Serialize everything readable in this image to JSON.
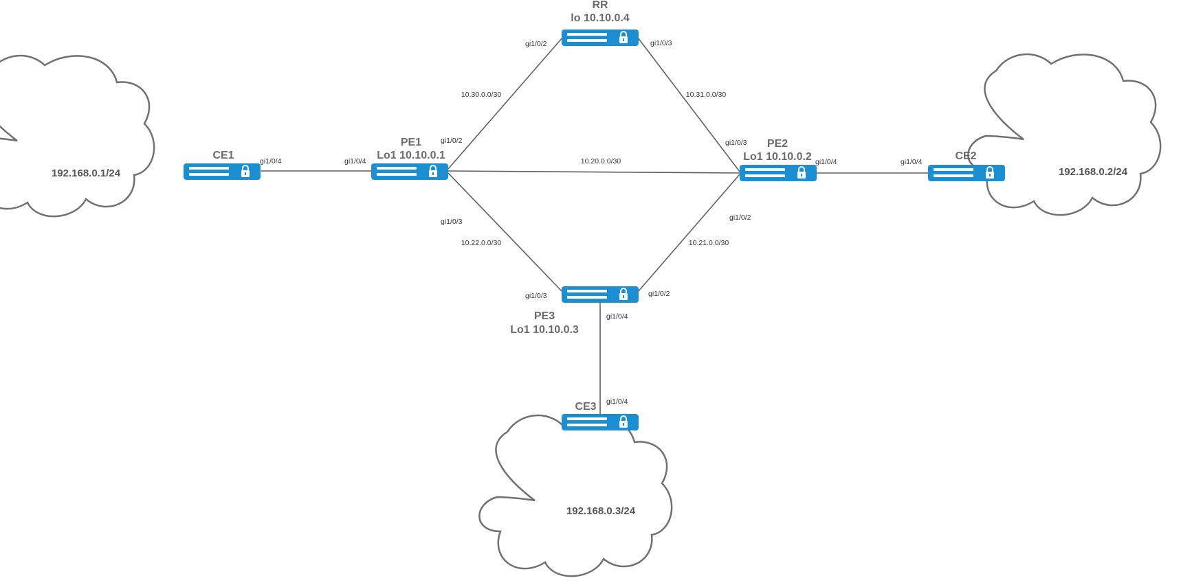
{
  "devices": {
    "rr": {
      "name": "RR",
      "addr": "lo 10.10.0.4"
    },
    "pe1": {
      "name": "PE1",
      "addr": "Lo1 10.10.0.1"
    },
    "pe2": {
      "name": "PE2",
      "addr": "Lo1 10.10.0.2"
    },
    "pe3": {
      "name": "PE3",
      "addr": "Lo1 10.10.0.3"
    },
    "ce1": {
      "name": "CE1"
    },
    "ce2": {
      "name": "CE2"
    },
    "ce3": {
      "name": "CE3"
    }
  },
  "clouds": {
    "c1": "192.168.0.1/24",
    "c2": "192.168.0.2/24",
    "c3": "192.168.0.3/24"
  },
  "subnets": {
    "pe1_rr": "10.30.0.0/30",
    "rr_pe2": "10.31.0.0/30",
    "pe1_pe2": "10.20.0.0/30",
    "pe1_pe3": "10.22.0.0/30",
    "pe3_pe2": "10.21.0.0/30"
  },
  "ports": {
    "rr_left": "gi1/0/2",
    "rr_right": "gi1/0/3",
    "pe1_up": "gi1/0/2",
    "pe1_left": "gi1/0/4",
    "pe1_down": "gi1/0/3",
    "pe2_up": "gi1/0/3",
    "pe2_right": "gi1/0/4",
    "pe2_down": "gi1/0/2",
    "pe3_left": "gi1/0/3",
    "pe3_right": "gi1/0/2",
    "pe3_down": "gi1/0/4",
    "ce1_right": "gi1/0/4",
    "ce2_left": "gi1/0/4",
    "ce3_up": "gi1/0/4"
  },
  "colors": {
    "router": "#1b8fd1",
    "link": "#5f5f5f",
    "cloud_stroke": "#707070",
    "device_label": "#6b6b6b"
  },
  "icons": {
    "router": "router-icon",
    "lock": "lock-icon",
    "cloud": "cloud-icon"
  }
}
